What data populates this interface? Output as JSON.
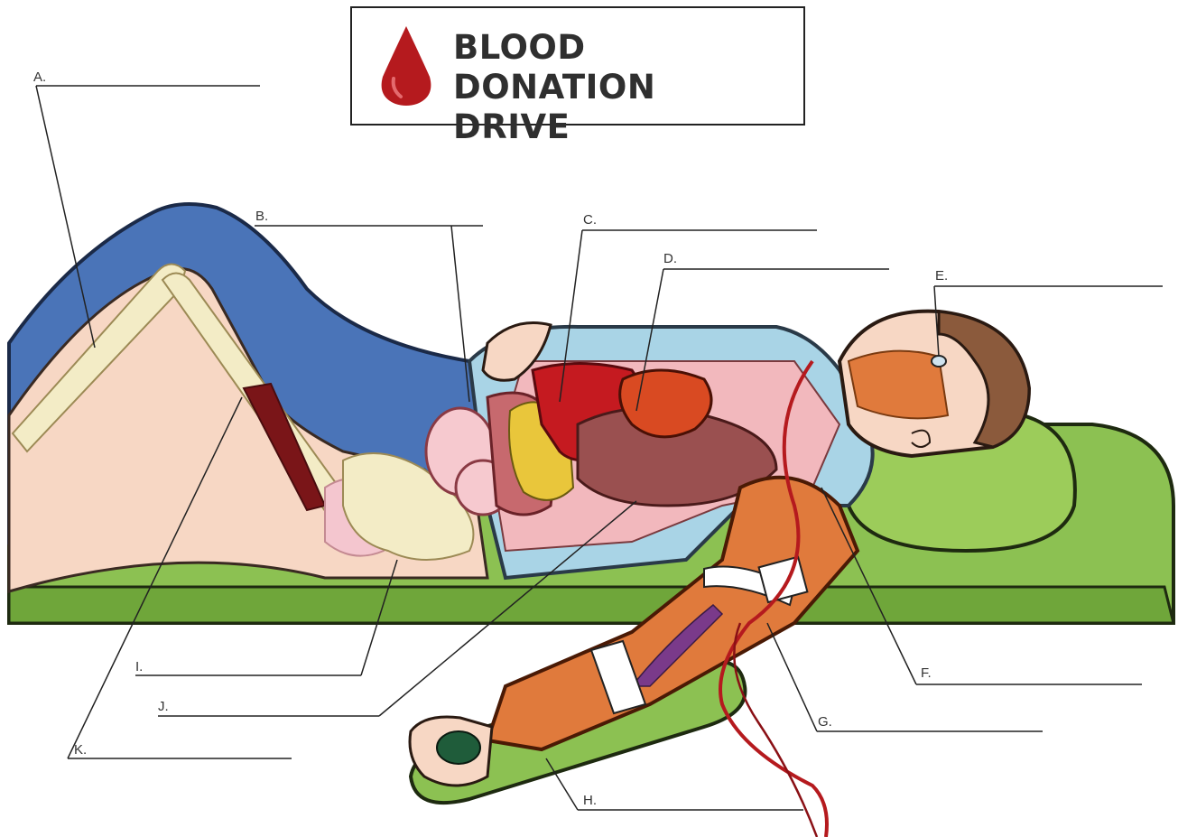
{
  "title": {
    "line1": "BLOOD DONATION",
    "line2": "DRIVE"
  },
  "labels": {
    "a": "A.",
    "b": "B.",
    "c": "C.",
    "d": "D.",
    "e": "E.",
    "f": "F.",
    "g": "G.",
    "h": "H.",
    "i": "I.",
    "j": "J.",
    "k": "K."
  },
  "colors": {
    "blood": "#b51a1e",
    "mat": "#8cc152",
    "jeans": "#4a74b8",
    "skin": "#f7d7c4",
    "muscle": "#e07a3c",
    "shirt": "#a9d4e6",
    "bone": "#f3ecc6"
  }
}
